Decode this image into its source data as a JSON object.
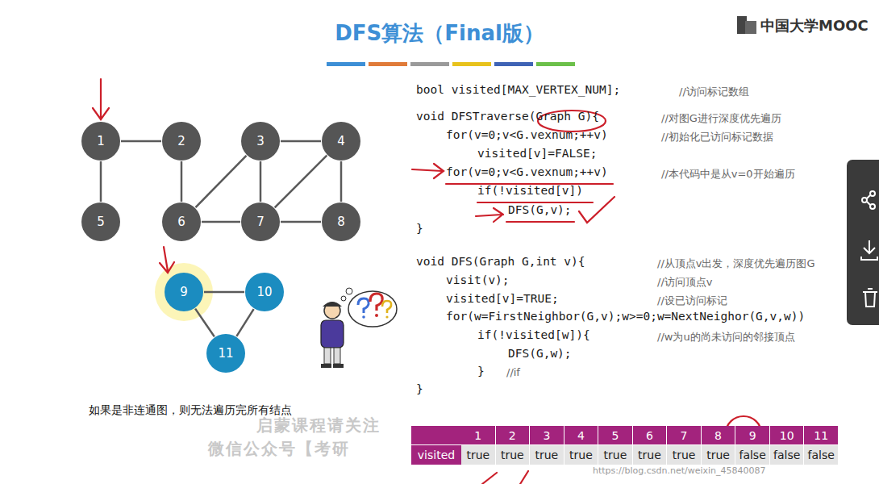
{
  "diagram": {
    "title": "DFS算法（Final版）",
    "caption": "如果是非连通图，则无法遍历完所有结点",
    "nodes": [
      {
        "text": [
          "1"
        ]
      },
      {
        "text": [
          "2"
        ]
      },
      {
        "text": [
          "3"
        ]
      },
      {
        "text": [
          "4"
        ]
      },
      {
        "text": [
          "5"
        ]
      },
      {
        "text": [
          "6"
        ]
      },
      {
        "text": [
          "7"
        ]
      },
      {
        "text": [
          "8"
        ]
      },
      {
        "text": [
          "9"
        ]
      },
      {
        "text": [
          "10"
        ]
      },
      {
        "text": [
          "11"
        ]
      }
    ],
    "edges": [
      {
        "from": 0,
        "to": 1,
        "arrow": "none"
      },
      {
        "from": 0,
        "to": 4,
        "arrow": "none"
      },
      {
        "from": 1,
        "to": 5,
        "arrow": "none"
      },
      {
        "from": 2,
        "to": 3,
        "arrow": "none"
      },
      {
        "from": 2,
        "to": 5,
        "arrow": "none"
      },
      {
        "from": 2,
        "to": 6,
        "arrow": "none"
      },
      {
        "from": 3,
        "to": 6,
        "arrow": "none"
      },
      {
        "from": 3,
        "to": 7,
        "arrow": "none"
      },
      {
        "from": 5,
        "to": 6,
        "arrow": "none"
      },
      {
        "from": 6,
        "to": 7,
        "arrow": "none"
      },
      {
        "from": 8,
        "to": 9,
        "arrow": "none"
      },
      {
        "from": 8,
        "to": 10,
        "arrow": "none"
      },
      {
        "from": 9,
        "to": 10,
        "arrow": "none"
      }
    ],
    "labels": [
      "中国大学MOOC",
      "bool visited[MAX_VERTEX_NUM];",
      "//访问标记数组",
      "void DFSTraverse(Graph G){",
      "//对图G进行深度优先遍历",
      "for(v=0;v<G.vexnum;++v)",
      "//初始化已访问标记数据",
      "visited[v]=FALSE;",
      "for(v=0;v<G.vexnum;++v)",
      "//本代码中是从v=0开始遍历",
      "if(!visited[v])",
      "DFS(G,v);",
      "}",
      "void DFS(Graph G,int v){",
      "//从顶点v出发，深度优先遍历图G",
      "visit(v);",
      "//访问顶点v",
      "visited[v]=TRUE;",
      "//设已访问标记",
      "for(w=FirstNeighbor(G,v);w>=0;w=NextNeighor(G,v,w))",
      "if(!visited[w]){",
      "//w为u的尚未访问的邻接顶点",
      "DFS(G,w);",
      "}",
      "//if",
      "}",
      "启蒙课程请关注",
      "微信公众号【考研",
      "https://blog.csdn.net/weixin_45840087",
      "1",
      "2",
      "3",
      "4",
      "5",
      "6",
      "7",
      "8",
      "9",
      "10",
      "11",
      "visited",
      "true",
      "true",
      "true",
      "true",
      "true",
      "true",
      "true",
      "true",
      "false",
      "false",
      "false"
    ]
  }
}
